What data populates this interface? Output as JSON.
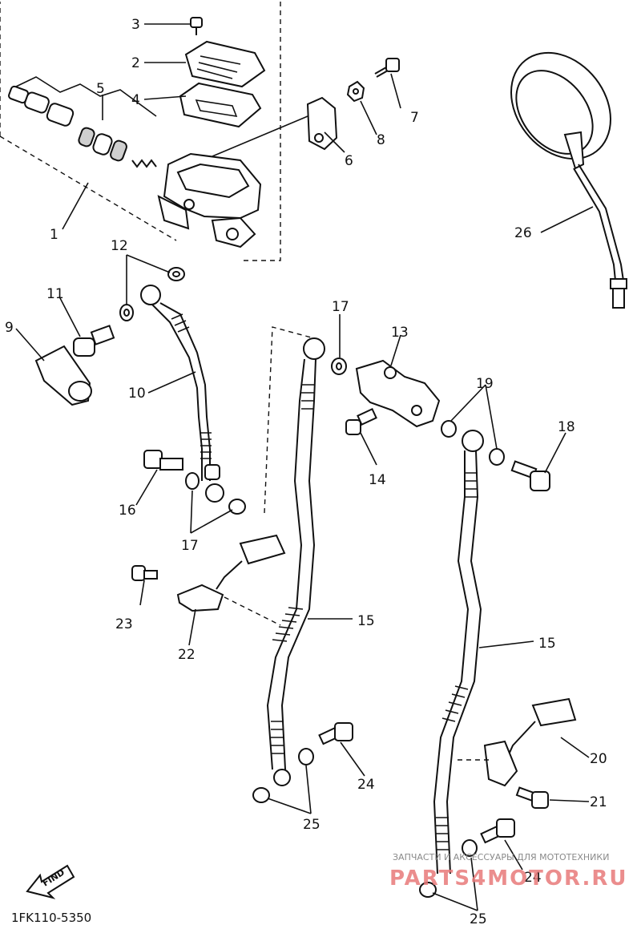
{
  "callouts": {
    "c1": "1",
    "c2": "2",
    "c3": "3",
    "c4": "4",
    "c5": "5",
    "c6": "6",
    "c7": "7",
    "c8": "8",
    "c9": "9",
    "c10": "10",
    "c11": "11",
    "c12": "12",
    "c13": "13",
    "c14": "14",
    "c15a": "15",
    "c15b": "15",
    "c16": "16",
    "c17a": "17",
    "c17b": "17",
    "c18": "18",
    "c19": "19",
    "c20": "20",
    "c21": "21",
    "c22": "22",
    "c23": "23",
    "c24a": "24",
    "c24b": "24",
    "c25a": "25",
    "c25b": "25",
    "c26": "26"
  },
  "diagram_code": "1FK110-5350",
  "find_label": "FIND",
  "watermark": {
    "tagline": "ЗАПЧАСТИ И АКСЕССУАРЫ ДЛЯ МОТОТЕХНИКИ",
    "brand": "PARTS4MOTOR.RU"
  }
}
